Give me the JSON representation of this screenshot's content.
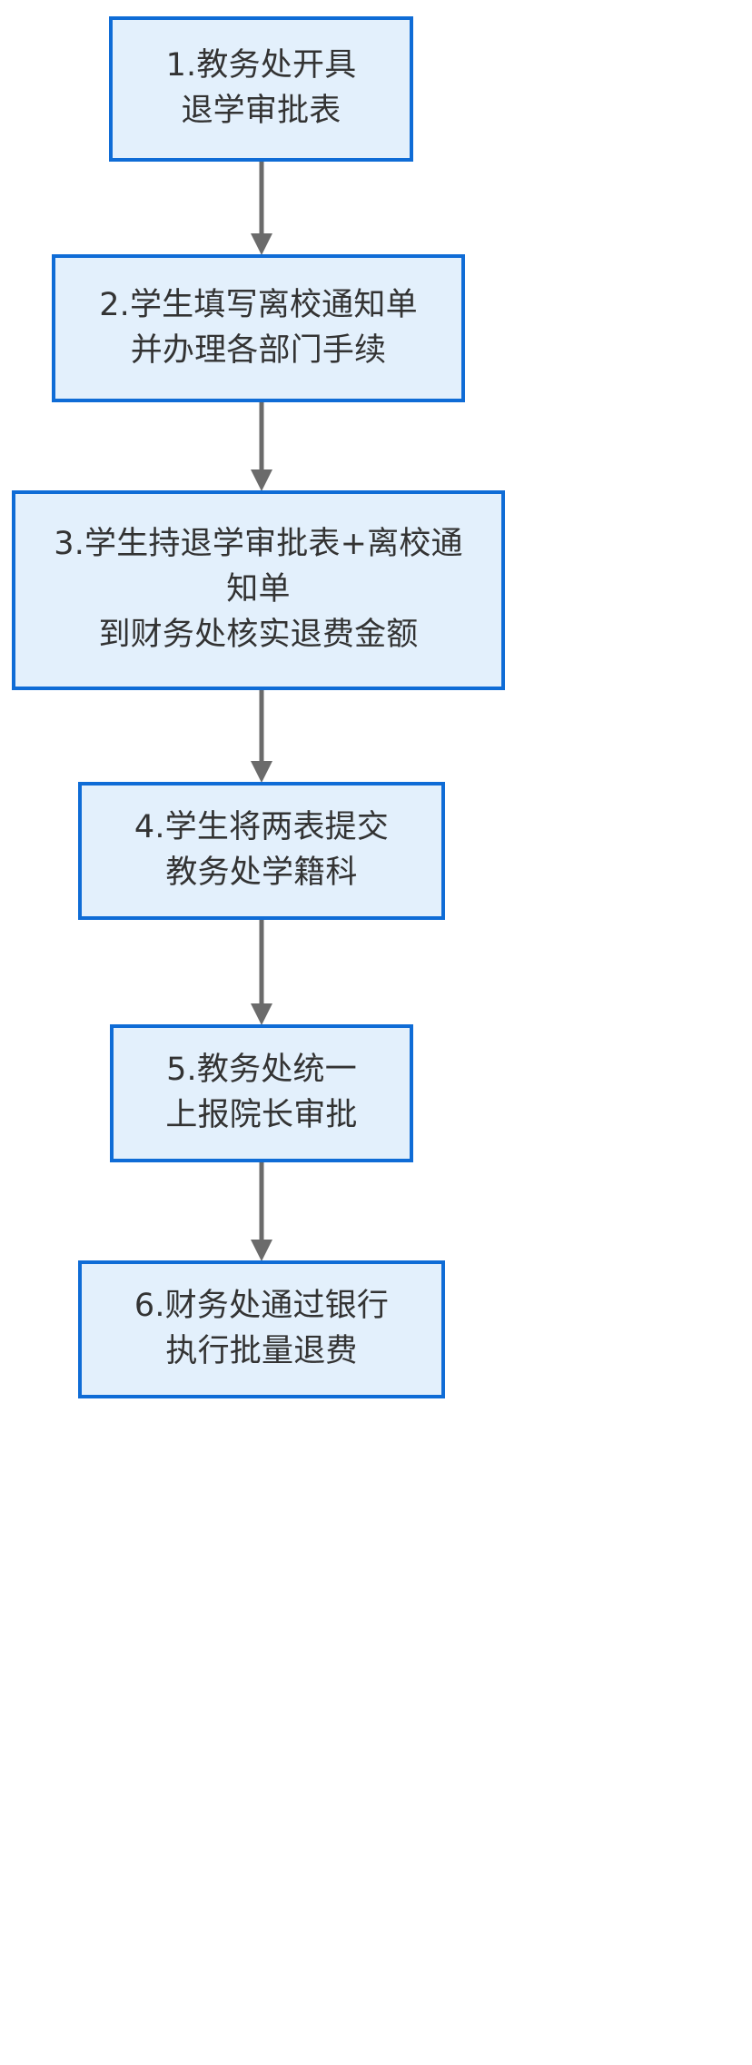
{
  "diagram": {
    "type": "flowchart",
    "orientation": "top-to-bottom",
    "title_visible": false,
    "colors": {
      "node_border": "#0f6cd6",
      "node_fill": "#e3f0fc",
      "node_text": "#333333",
      "edge": "#6b6b6b",
      "canvas_background": "#ffffff"
    },
    "nodes": [
      {
        "id": "step-1",
        "step": "1",
        "text": "1.教务处开具\n退学审批表",
        "lines": [
          "1.教务处开具",
          "退学审批表"
        ]
      },
      {
        "id": "step-2",
        "step": "2",
        "text": "2.学生填写离校通知单\n并办理各部门手续",
        "lines": [
          "2.学生填写离校通知单",
          "并办理各部门手续"
        ]
      },
      {
        "id": "step-3",
        "step": "3",
        "text": "3.学生持退学审批表+离校通\n知单\n到财务处核实退费金额",
        "lines": [
          "3.学生持退学审批表+离校通",
          "知单",
          "到财务处核实退费金额"
        ]
      },
      {
        "id": "step-4",
        "step": "4",
        "text": "4.学生将两表提交\n教务处学籍科",
        "lines": [
          "4.学生将两表提交",
          "教务处学籍科"
        ]
      },
      {
        "id": "step-5",
        "step": "5",
        "text": "5.教务处统一\n上报院长审批",
        "lines": [
          "5.教务处统一",
          "上报院长审批"
        ]
      },
      {
        "id": "step-6",
        "step": "6",
        "text": "6.财务处通过银行\n执行批量退费",
        "lines": [
          "6.财务处通过银行",
          "执行批量退费"
        ]
      }
    ],
    "edges": [
      {
        "id": "edge-1-2",
        "from": "step-1",
        "to": "step-2",
        "label": "",
        "arrow": "down"
      },
      {
        "id": "edge-2-3",
        "from": "step-2",
        "to": "step-3",
        "label": "",
        "arrow": "down"
      },
      {
        "id": "edge-3-4",
        "from": "step-3",
        "to": "step-4",
        "label": "",
        "arrow": "down"
      },
      {
        "id": "edge-4-5",
        "from": "step-4",
        "to": "step-5",
        "label": "",
        "arrow": "down"
      },
      {
        "id": "edge-5-6",
        "from": "step-5",
        "to": "step-6",
        "label": "",
        "arrow": "down"
      }
    ]
  }
}
